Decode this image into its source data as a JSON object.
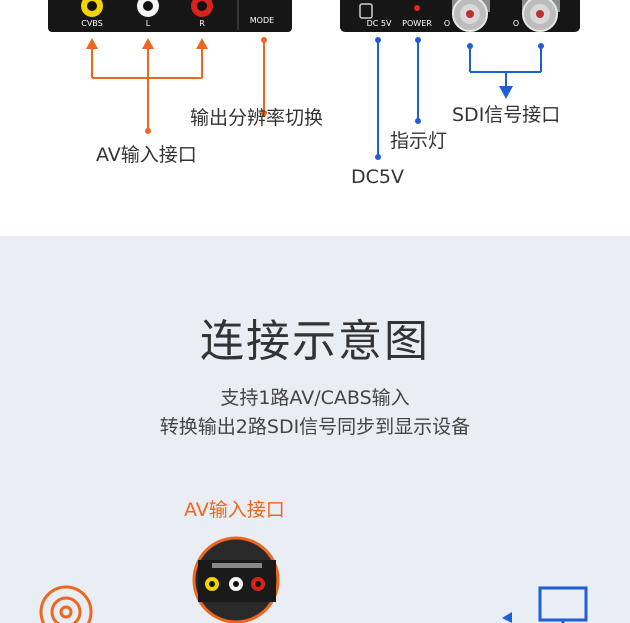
{
  "device_left": {
    "jack_labels": [
      "CVBS",
      "L",
      "R"
    ],
    "mode_label": "MODE"
  },
  "device_right": {
    "panel_labels": [
      "DC 5V",
      "POWER"
    ],
    "sdi_partial_1": "O",
    "sdi_partial_2": "O"
  },
  "callouts": {
    "mode_switch": "输出分辨率切换",
    "av_interface": "AV输入接口",
    "sdi_interface": "SDI信号接口",
    "indicator": "指示灯",
    "dc": "DC5V"
  },
  "connection": {
    "title": "连接示意图",
    "line1": "支持1路AV/CABS输入",
    "line2": "转换输出2路SDI信号同步到显示设备",
    "av_label": "AV输入接口"
  },
  "colors": {
    "orange": "#f0661e",
    "blue": "#1f5fd6",
    "bottom_bg": "#e9edf4"
  }
}
